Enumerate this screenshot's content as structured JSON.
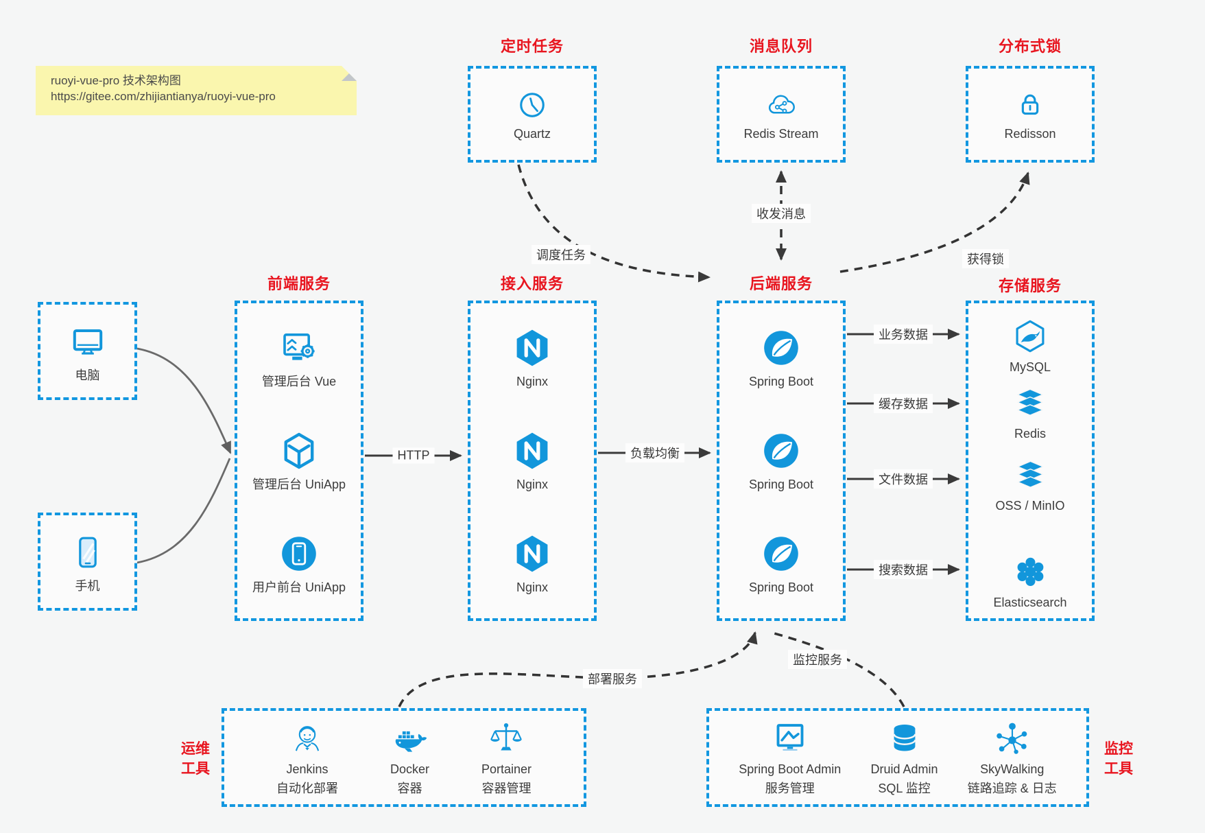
{
  "note": {
    "line1": "ruoyi-vue-pro 技术架构图",
    "line2": "https://gitee.com/zhijiantianya/ruoyi-vue-pro"
  },
  "colors": {
    "accent_blue": "#1296db",
    "border_blue": "#1297e0",
    "title_red": "#e8151f",
    "note_yellow": "#faf6ae",
    "line_dark": "#3a3a3a",
    "line_gray": "#6a6a6a",
    "background": "#f5f6f6"
  },
  "top_groups": {
    "scheduler": {
      "title": "定时任务",
      "item": {
        "label": "Quartz",
        "icon": "clock-icon"
      }
    },
    "mq": {
      "title": "消息队列",
      "item": {
        "label": "Redis Stream",
        "icon": "cloud-share-icon"
      }
    },
    "lock": {
      "title": "分布式锁",
      "item": {
        "label": "Redisson",
        "icon": "lock-icon"
      }
    }
  },
  "clients": {
    "pc": {
      "label": "电脑",
      "icon": "desktop-icon"
    },
    "mobile": {
      "label": "手机",
      "icon": "smartphone-icon"
    }
  },
  "columns": {
    "frontend": {
      "title": "前端服务",
      "items": [
        {
          "label": "管理后台 Vue",
          "icon": "admin-vue-icon"
        },
        {
          "label": "管理后台 UniApp",
          "icon": "uniapp-cube-icon"
        },
        {
          "label": "用户前台 UniApp",
          "icon": "mobile-app-icon"
        }
      ]
    },
    "gateway": {
      "title": "接入服务",
      "items": [
        {
          "label": "Nginx",
          "icon": "nginx-icon"
        },
        {
          "label": "Nginx",
          "icon": "nginx-icon"
        },
        {
          "label": "Nginx",
          "icon": "nginx-icon"
        }
      ]
    },
    "backend": {
      "title": "后端服务",
      "items": [
        {
          "label": "Spring Boot",
          "icon": "spring-icon"
        },
        {
          "label": "Spring Boot",
          "icon": "spring-icon"
        },
        {
          "label": "Spring Boot",
          "icon": "spring-icon"
        }
      ]
    },
    "storage": {
      "title": "存储服务",
      "items": [
        {
          "label": "MySQL",
          "icon": "mysql-icon"
        },
        {
          "label": "Redis",
          "icon": "redis-stack-icon"
        },
        {
          "label": "OSS / MinIO",
          "icon": "oss-stack-icon"
        },
        {
          "label": "Elasticsearch",
          "icon": "elasticsearch-icon"
        }
      ]
    }
  },
  "bottom_groups": {
    "devops": {
      "title_line1": "运维",
      "title_line2": "工具",
      "items": [
        {
          "label": "Jenkins",
          "sublabel": "自动化部署",
          "icon": "jenkins-icon"
        },
        {
          "label": "Docker",
          "sublabel": "容器",
          "icon": "docker-icon"
        },
        {
          "label": "Portainer",
          "sublabel": "容器管理",
          "icon": "portainer-icon"
        }
      ]
    },
    "monitoring": {
      "title_line1": "监控",
      "title_line2": "工具",
      "items": [
        {
          "label": "Spring Boot Admin",
          "sublabel": "服务管理",
          "icon": "monitor-chart-icon"
        },
        {
          "label": "Druid Admin",
          "sublabel": "SQL 监控",
          "icon": "database-icon"
        },
        {
          "label": "SkyWalking",
          "sublabel": "链路追踪 & 日志",
          "icon": "topology-icon"
        }
      ]
    }
  },
  "edges": {
    "http": "HTTP",
    "load_balance": "负载均衡",
    "schedule": "调度任务",
    "messages": "收发消息",
    "acquire_lock": "获得锁",
    "business_data": "业务数据",
    "cache_data": "缓存数据",
    "file_data": "文件数据",
    "search_data": "搜索数据",
    "deploy": "部署服务",
    "monitor": "监控服务"
  }
}
